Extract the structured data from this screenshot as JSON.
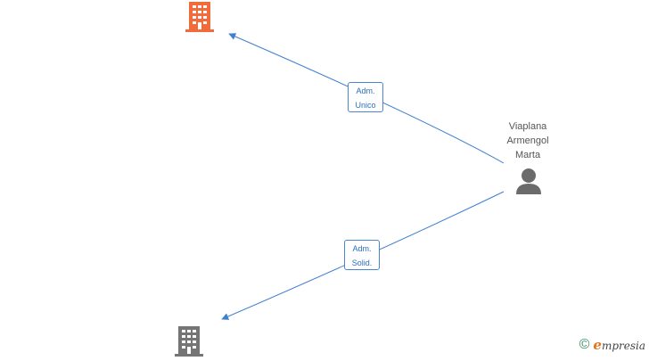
{
  "person": {
    "name": "Viaplana\nArmengol\nMarta",
    "icon": "person-icon",
    "color": "#6b6b6b"
  },
  "companies": [
    {
      "icon": "building-icon",
      "color": "#f26b3a"
    },
    {
      "icon": "building-icon",
      "color": "#757575"
    }
  ],
  "relations": [
    {
      "line1": "Adm.",
      "line2": "Unico"
    },
    {
      "line1": "Adm.",
      "line2": "Solid."
    }
  ],
  "edge_color": "#3f7fd0",
  "brand": {
    "copyright_symbol": "©",
    "initial": "e",
    "name": "mpresia"
  }
}
